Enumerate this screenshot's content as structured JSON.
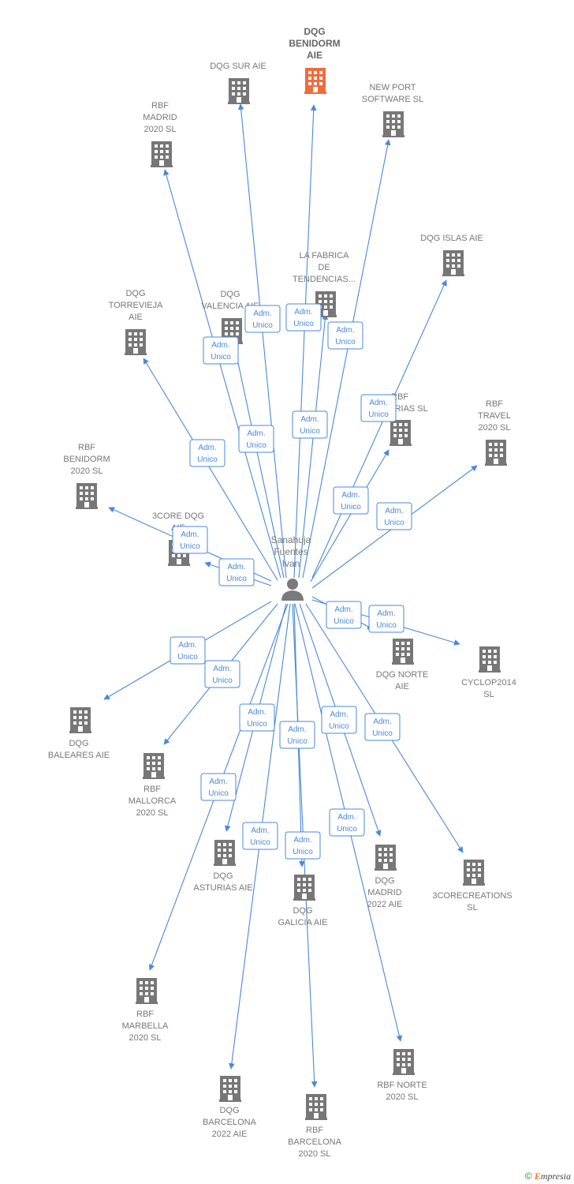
{
  "center": {
    "name_lines": [
      "Sanahuja",
      "Fuentes",
      "Ivan"
    ],
    "icon": "person-icon"
  },
  "relation_label_lines": [
    "Adm.",
    "Unico"
  ],
  "colors": {
    "edge": "#4a88d9",
    "building": "#777777",
    "building_highlight": "#f26b3a"
  },
  "companies": [
    {
      "id": "dqg-benidorm-aie",
      "lines": [
        "DQG",
        "BENIDORM",
        "AIE"
      ],
      "highlight": true
    },
    {
      "id": "dqg-sur-aie",
      "lines": [
        "DQG SUR  AIE"
      ]
    },
    {
      "id": "new-port-software-sl",
      "lines": [
        "NEW PORT",
        "SOFTWARE SL"
      ]
    },
    {
      "id": "rbf-madrid-2020-sl",
      "lines": [
        "RBF",
        "MADRID",
        "2020  SL"
      ]
    },
    {
      "id": "dqg-islas-aie",
      "lines": [
        "DQG ISLAS  AIE"
      ]
    },
    {
      "id": "la-fabrica-de-tendencias",
      "lines": [
        "LA FABRICA",
        "DE",
        "TENDENCIAS..."
      ]
    },
    {
      "id": "dqg-valencia-aie",
      "lines": [
        "DQG",
        "VALENCIA  AIE"
      ]
    },
    {
      "id": "dqg-torrevieja-aie",
      "lines": [
        "DQG",
        "TORREVIEJA",
        "AIE"
      ]
    },
    {
      "id": "rbf-asturias-2020-sl",
      "lines": [
        "RBF",
        "ASTURIAS  SL"
      ]
    },
    {
      "id": "rbf-travel-2020-sl",
      "lines": [
        "RBF",
        "TRAVEL",
        "2020  SL"
      ]
    },
    {
      "id": "rbf-benidorm-2020-sl",
      "lines": [
        "RBF",
        "BENIDORM",
        "2020  SL"
      ]
    },
    {
      "id": "3core-dqg-aie",
      "lines": [
        "3CORE DQG",
        "AIE"
      ]
    },
    {
      "id": "dqg-norte-aie",
      "lines": [
        "DQG NORTE",
        "AIE"
      ]
    },
    {
      "id": "cyclop2014-sl",
      "lines": [
        "CYCLOP2014",
        "SL"
      ]
    },
    {
      "id": "dqg-baleares-aie",
      "lines": [
        "DQG",
        "BALEARES  AIE"
      ]
    },
    {
      "id": "rbf-mallorca-2020-sl",
      "lines": [
        "RBF",
        "MALLORCA",
        "2020  SL"
      ]
    },
    {
      "id": "dqg-asturias-aie",
      "lines": [
        "DQG",
        "ASTURIAS  AIE"
      ]
    },
    {
      "id": "dqg-galicia-aie",
      "lines": [
        "DQG",
        "GALICIA  AIE"
      ]
    },
    {
      "id": "dqg-madrid-2022-aie",
      "lines": [
        "DQG",
        "MADRID",
        "2022  AIE"
      ]
    },
    {
      "id": "3corecreations-sl",
      "lines": [
        "3CORECREATIONS",
        "SL"
      ]
    },
    {
      "id": "rbf-marbella-2020-sl",
      "lines": [
        "RBF",
        "MARBELLA",
        "2020  SL"
      ]
    },
    {
      "id": "dqg-barcelona-2022-aie",
      "lines": [
        "DQG",
        "BARCELONA",
        "2022  AIE"
      ]
    },
    {
      "id": "rbf-barcelona-2020-sl",
      "lines": [
        "RBF",
        "BARCELONA",
        "2020  SL"
      ]
    },
    {
      "id": "rbf-norte-2020-sl",
      "lines": [
        "RBF NORTE",
        "2020  SL"
      ]
    }
  ],
  "footer": {
    "copyright_symbol": "©",
    "brand_first": "E",
    "brand_rest": "mpresia"
  }
}
